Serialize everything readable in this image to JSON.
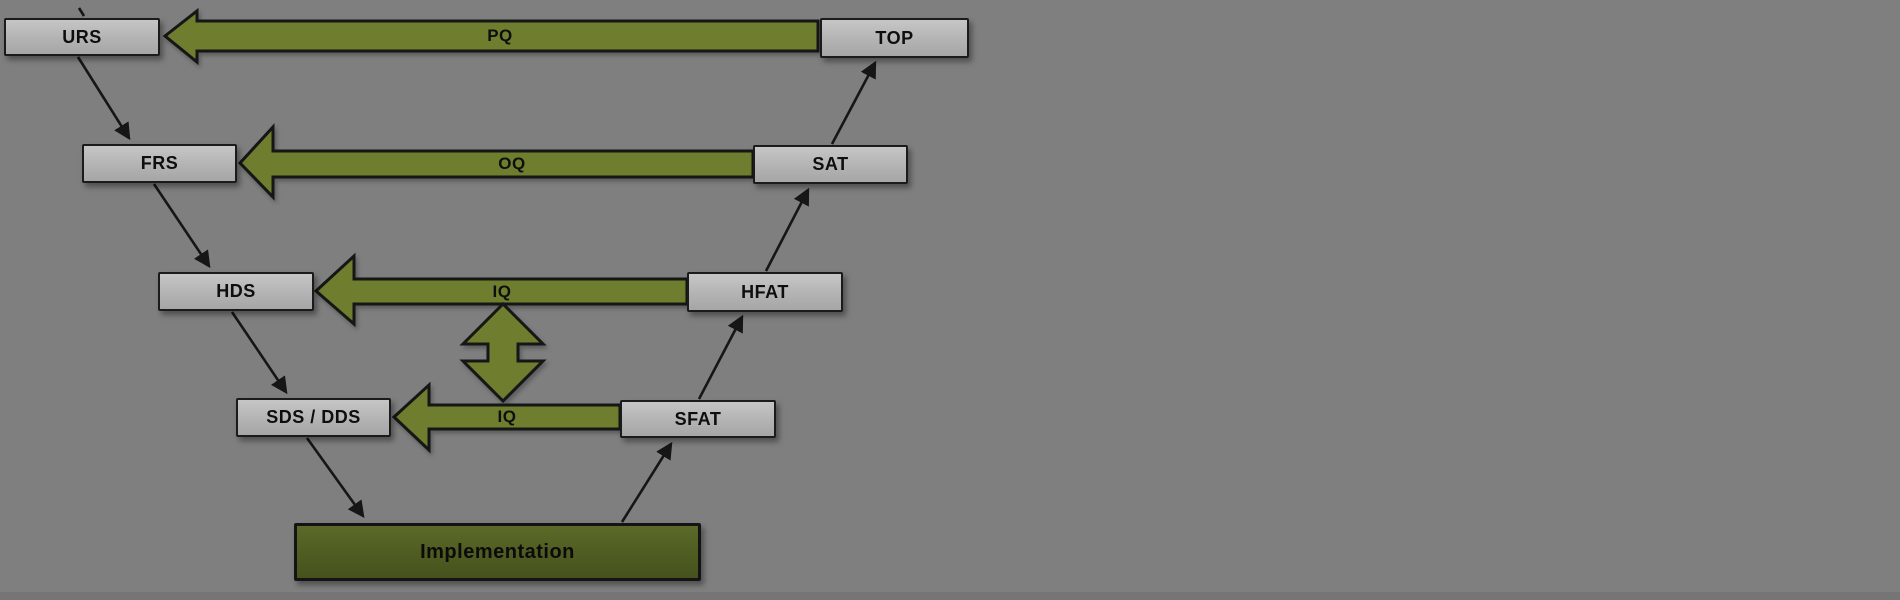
{
  "diagram": {
    "type": "v-model-qualification-diagram",
    "boxes": {
      "urs": "URS",
      "frs": "FRS",
      "hds": "HDS",
      "sds_dds": "SDS / DDS",
      "implementation": "Implementation",
      "sfat": "SFAT",
      "hfat": "HFAT",
      "sat": "SAT",
      "top": "TOP"
    },
    "arrow_labels": {
      "pq": "PQ",
      "oq": "OQ",
      "iq_upper": "IQ",
      "iq_lower": "IQ"
    },
    "edges": {
      "specification_flow": [
        {
          "from": "URS",
          "to": "FRS"
        },
        {
          "from": "FRS",
          "to": "HDS"
        },
        {
          "from": "HDS",
          "to": "SDS / DDS"
        },
        {
          "from": "SDS / DDS",
          "to": "Implementation"
        },
        {
          "from": "Implementation",
          "to": "SFAT"
        },
        {
          "from": "SFAT",
          "to": "HFAT"
        },
        {
          "from": "HFAT",
          "to": "SAT"
        },
        {
          "from": "SAT",
          "to": "TOP"
        }
      ],
      "qualification_flow": [
        {
          "from": "TOP",
          "to": "URS",
          "label": "PQ"
        },
        {
          "from": "SAT",
          "to": "FRS",
          "label": "OQ"
        },
        {
          "from": "HFAT",
          "to": "HDS",
          "label": "IQ"
        },
        {
          "from": "SFAT",
          "to": "SDS / DDS",
          "label": "IQ"
        },
        {
          "between": [
            "IQ",
            "IQ"
          ],
          "label": "bidirectional-link"
        }
      ]
    },
    "colors": {
      "background": "#7f7f7f",
      "box_fill": "#b3b3b3",
      "box_border": "#1b1b1b",
      "arrow_green": "#6e7d2e",
      "implementation_green": "#4f5d22",
      "connector": "#161616",
      "label_text": "#0e0e0e"
    }
  }
}
